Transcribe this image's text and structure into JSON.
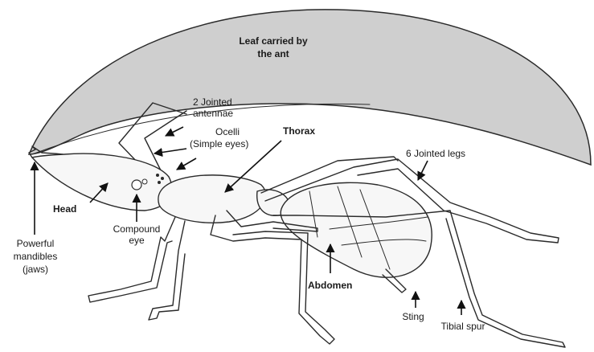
{
  "diagram": {
    "colors": {
      "leaf": "#cfcfcf",
      "ink": "#1a1a1a",
      "background": "#ffffff"
    },
    "labels": {
      "leaf_line1": "Leaf carried by",
      "leaf_line2": "the ant",
      "antennae_line1": "2 Jointed",
      "antennae_line2": "antennae",
      "ocelli_line1": "Ocelli",
      "ocelli_line2": "(Simple eyes)",
      "thorax": "Thorax",
      "legs": "6 Jointed legs",
      "head": "Head",
      "compound_eye_line1": "Compound",
      "compound_eye_line2": "eye",
      "mandibles_line1": "Powerful",
      "mandibles_line2": "mandibles",
      "mandibles_line3": "(jaws)",
      "abdomen": "Abdomen",
      "sting": "Sting",
      "tibial_spur": "Tibial spur"
    }
  }
}
